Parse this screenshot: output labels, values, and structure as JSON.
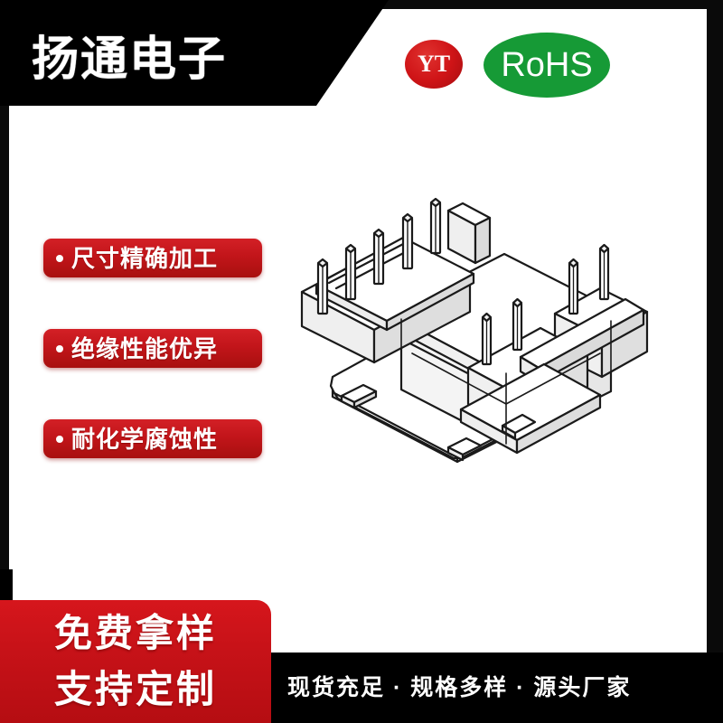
{
  "header": {
    "brand_name": "扬通电子",
    "logo_text": "YT",
    "logo_name": "yt-circle-logo",
    "certification_badge": "RoHS",
    "black_color": "#000000",
    "logo_red": "#cf1417",
    "rohs_green": "#169a36"
  },
  "features": {
    "bullet_color": "#ffffff",
    "badge_color": "#c2151a",
    "items": [
      {
        "label": "尺寸精确加工"
      },
      {
        "label": "绝缘性能优异"
      },
      {
        "label": "耐化学腐蚀性"
      }
    ]
  },
  "product": {
    "name": "transformer-bobbin-line-drawing",
    "line_color": "#1a1a1a",
    "fill_color": "#ffffff",
    "left_pin_count": 5,
    "right_pin_count": 4
  },
  "footer": {
    "promo_lines": [
      "免费拿样",
      "支持定制"
    ],
    "tagline": "现货充足 · 规格多样 · 源头厂家",
    "red_color": "#c71218",
    "black_color": "#000000"
  }
}
